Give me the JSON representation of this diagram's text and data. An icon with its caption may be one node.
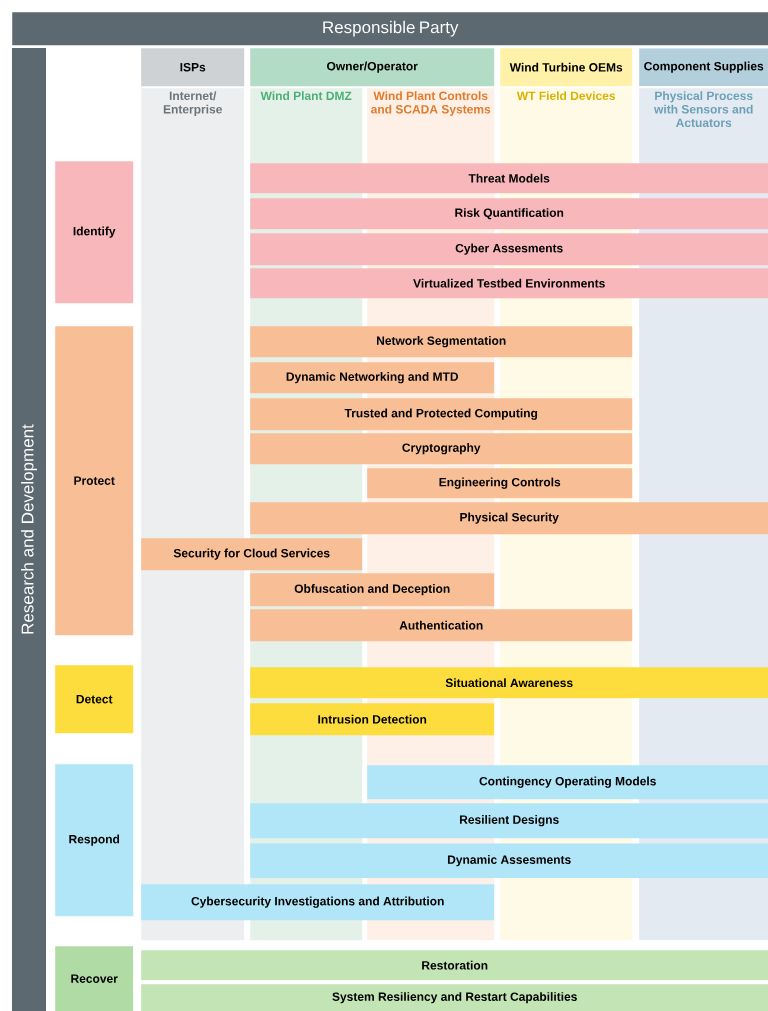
{
  "diagram": {
    "nodes": [
      {
        "text": [
          "Responsible Party"
        ]
      },
      {
        "text": [
          "Research and Development"
        ]
      },
      {
        "text": [
          "ISPs"
        ]
      },
      {
        "text": [
          "Owner/Operator"
        ]
      },
      {
        "text": [
          "Wind Turbine OEMs"
        ]
      },
      {
        "text": [
          "Component Supplies"
        ]
      },
      {
        "text": [
          "Internet/ Enterprise"
        ]
      },
      {
        "text": [
          "Wind Plant DMZ"
        ]
      },
      {
        "text": [
          "Wind Plant Controls and SCADA Systems"
        ]
      },
      {
        "text": [
          "WT Field Devices"
        ]
      },
      {
        "text": [
          "Physical Process with Sensors and Actuators"
        ]
      },
      {
        "text": [
          "Identify"
        ]
      },
      {
        "text": [
          "Threat Models"
        ]
      },
      {
        "text": [
          "Risk Quantification"
        ]
      },
      {
        "text": [
          "Cyber Assesments"
        ]
      },
      {
        "text": [
          "Virtualized Testbed Environments"
        ]
      },
      {
        "text": [
          "Protect"
        ]
      },
      {
        "text": [
          "Network Segmentation"
        ]
      },
      {
        "text": [
          "Dynamic Networking and MTD"
        ]
      },
      {
        "text": [
          "Trusted and Protected Computing"
        ]
      },
      {
        "text": [
          "Cryptography"
        ]
      },
      {
        "text": [
          "Engineering Controls"
        ]
      },
      {
        "text": [
          "Physical Security"
        ]
      },
      {
        "text": [
          "Security for Cloud Services"
        ]
      },
      {
        "text": [
          "Obfuscation and Deception"
        ]
      },
      {
        "text": [
          "Authentication"
        ]
      },
      {
        "text": [
          "Detect"
        ]
      },
      {
        "text": [
          "Situational Awareness"
        ]
      },
      {
        "text": [
          "Intrusion Detection"
        ]
      },
      {
        "text": [
          "Respond"
        ]
      },
      {
        "text": [
          "Contingency Operating Models"
        ]
      },
      {
        "text": [
          "Resilient Designs"
        ]
      },
      {
        "text": [
          "Dynamic Assesments"
        ]
      },
      {
        "text": [
          "Cybersecurity Investigations and Attribution"
        ]
      },
      {
        "text": [
          "Recover"
        ]
      },
      {
        "text": [
          "Restoration"
        ]
      },
      {
        "text": [
          "System Resiliency and Restart Capabilities"
        ]
      }
    ]
  }
}
